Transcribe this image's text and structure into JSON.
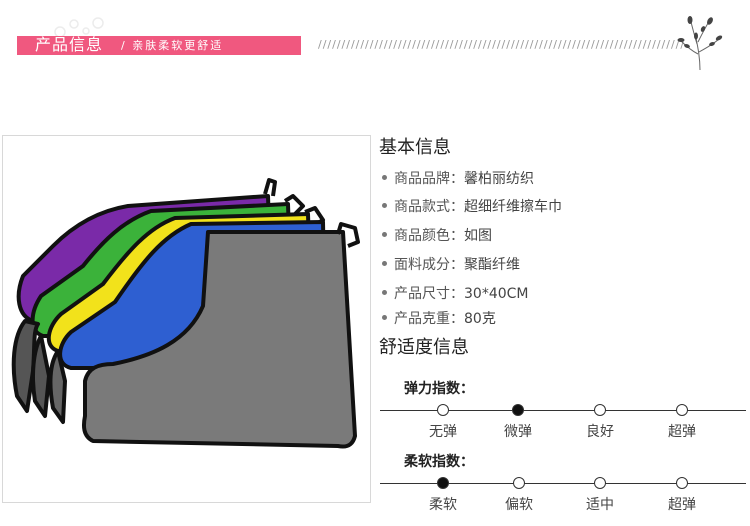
{
  "header": {
    "title": "产品信息",
    "subtitle": "/ 亲肤柔软更舒适",
    "divider": "//////////////////////////////////////////////////////////////////////////////",
    "colors": {
      "banner": "#f0587f",
      "text": "#ffffff"
    }
  },
  "product_image": {
    "towel_colors": [
      "#7a2aa8",
      "#3bb23a",
      "#f2e21b",
      "#2e5fd1",
      "#7a7a7a"
    ]
  },
  "basic_info": {
    "title": "基本信息",
    "items": [
      {
        "label": "商品品牌：",
        "value": "馨柏丽纺织"
      },
      {
        "label": "商品款式：",
        "value": "超细纤维擦车巾"
      },
      {
        "label": "商品颜色：",
        "value": "如图"
      },
      {
        "label": "面料成分：",
        "value": "聚酯纤维"
      },
      {
        "label": "产品尺寸：",
        "value": "30*40CM"
      },
      {
        "label": "产品克重：",
        "value": "80克"
      }
    ]
  },
  "comfort_info": {
    "title": "舒适度信息",
    "elasticity": {
      "title": "弹力指数：",
      "options": [
        "无弹",
        "微弹",
        "良好",
        "超弹"
      ],
      "selected_index": 1
    },
    "softness": {
      "title": "柔软指数：",
      "options": [
        "柔软",
        "偏软",
        "适中",
        "超弹"
      ],
      "selected_index": 0
    }
  }
}
